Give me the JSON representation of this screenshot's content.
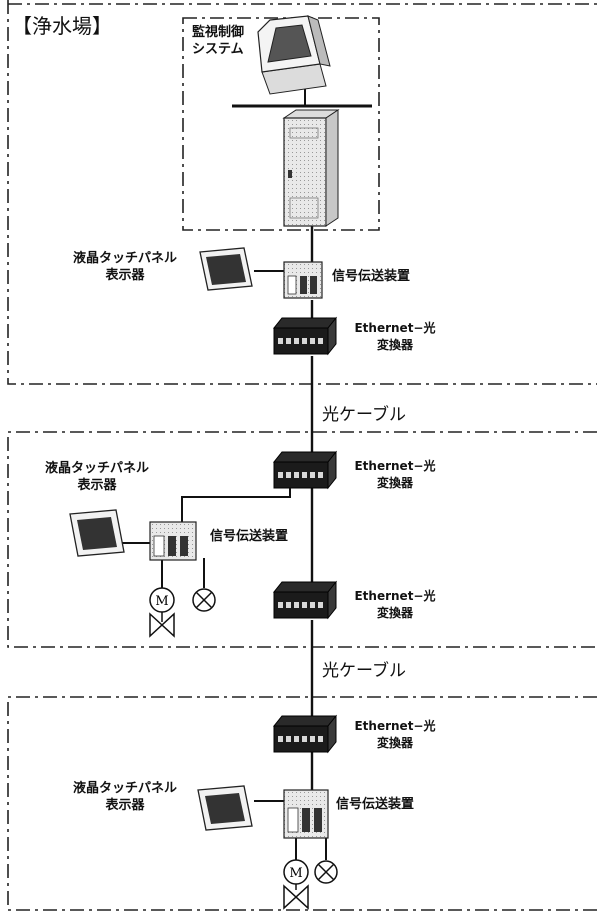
{
  "title": "【浄水場】",
  "monitor_label": [
    "監視制御",
    "システム"
  ],
  "lcd_label": [
    "液晶タッチパネル",
    "表示器"
  ],
  "signal_label": "信号伝送装置",
  "converter_label": [
    "Ethernet−光",
    "変換器"
  ],
  "cable_label": "光ケーブル",
  "motor_symbol": "M"
}
